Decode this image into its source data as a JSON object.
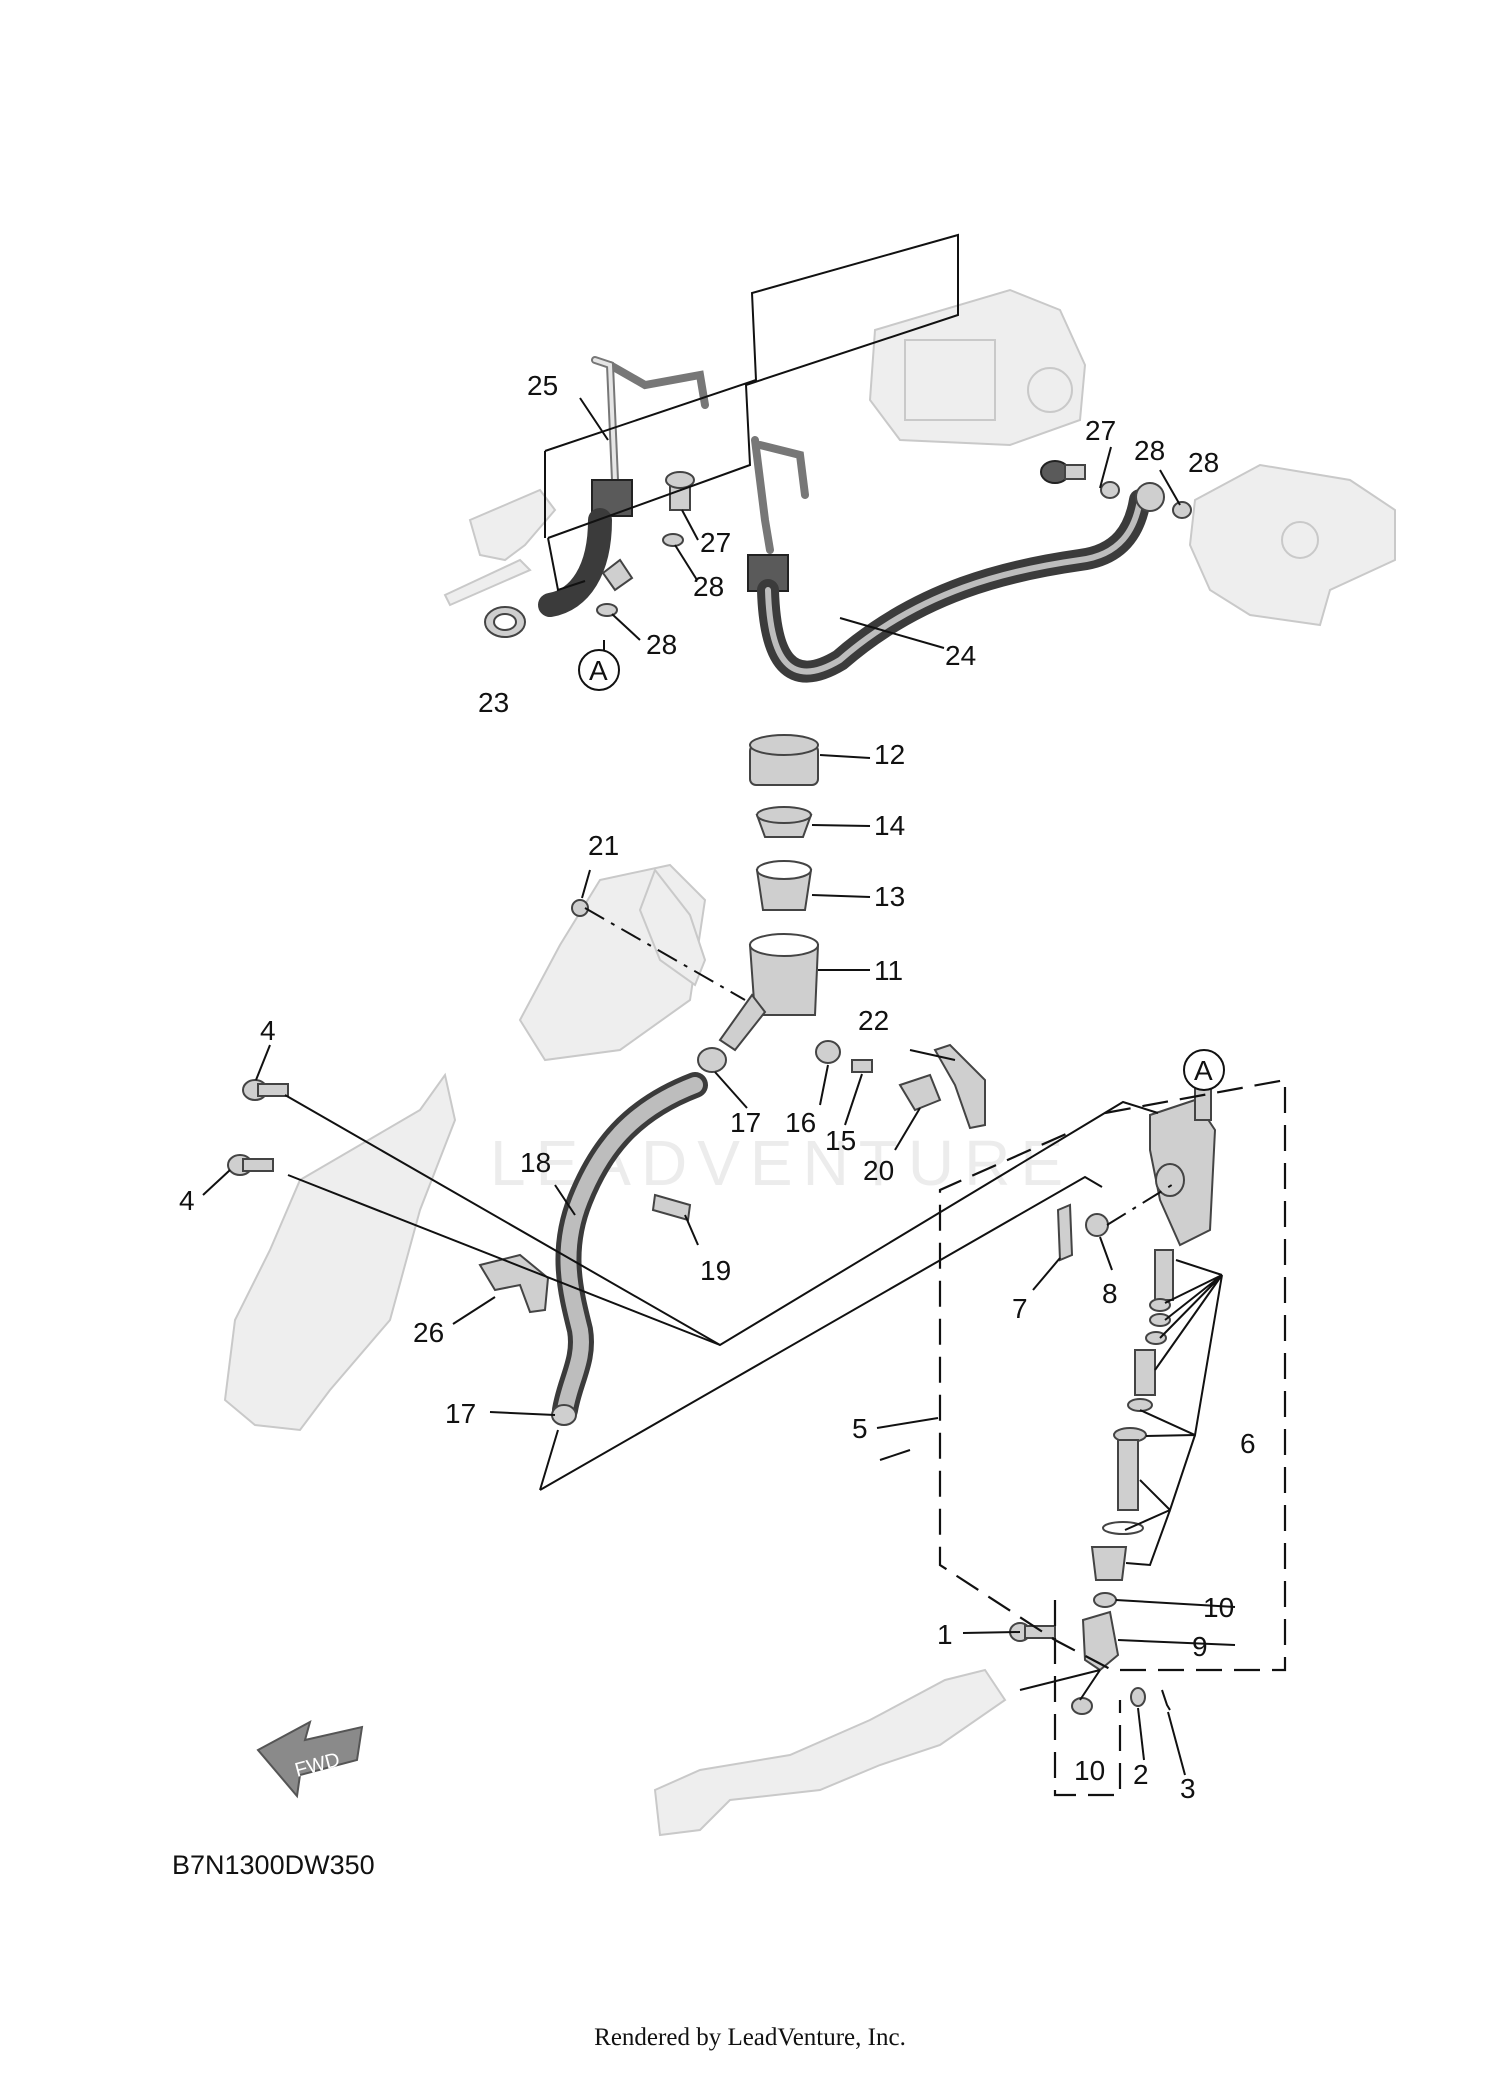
{
  "diagram": {
    "code": "B7N1300DW350",
    "watermark": "LEADVENTURE",
    "footer": "Rendered by LeadVenture, Inc.",
    "fwd_label": "FWD",
    "reference_marker": "A",
    "callouts": [
      "1",
      "2",
      "3",
      "4",
      "4",
      "5",
      "6",
      "7",
      "8",
      "9",
      "10",
      "10",
      "11",
      "12",
      "13",
      "14",
      "15",
      "16",
      "17",
      "17",
      "18",
      "19",
      "20",
      "21",
      "22",
      "23",
      "24",
      "25",
      "26",
      "27",
      "27",
      "28",
      "28",
      "28",
      "28"
    ]
  }
}
